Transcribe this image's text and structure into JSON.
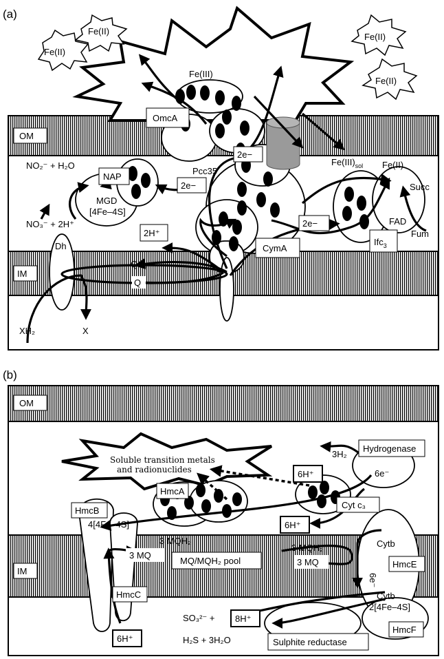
{
  "panel_a": {
    "label": "(a)",
    "om": "OM",
    "im": "IM",
    "fe2_1": "Fe(II)",
    "fe2_2": "Fe(II)",
    "fe2_3": "Fe(II)",
    "fe2_4": "Fe(II)",
    "fe3": "Fe(III)",
    "omca": "OmcA",
    "pcc35": "Pcc35",
    "e2_top": "2e−",
    "e2_mid": "2e−",
    "e2_right": "2e−",
    "fe3sol_main": "Fe(III)",
    "fe3sol_sub": "sol",
    "fe2_ifc": "Fe(II)",
    "succ": "Succ",
    "fad": "FAD",
    "fum": "Fum",
    "ifc_main": "Ifc",
    "ifc_sub": "3",
    "nap": "NAP",
    "mgd": "MGD",
    "fe4s": "[4Fe–4S]",
    "no2_line": "NO₂⁻ + H₂O",
    "no3_line": "NO₃⁻ + 2H⁺",
    "h2_plus": "2H⁺",
    "cyma": "CymA",
    "dh": "Dh",
    "qh2": "QH₂",
    "q": "Q",
    "xh2": "XH₂",
    "x": "X"
  },
  "panel_b": {
    "label": "(b)",
    "om": "OM",
    "im": "IM",
    "metals_line1": "Soluble transition metals",
    "metals_line2": "and radionuclides",
    "h2_3": "3H₂",
    "hydrogenase": "Hydrogenase",
    "h6_top": "6H⁺",
    "e6_top": "6e⁻",
    "hmca": "HmcA",
    "hmcb": "HmcB",
    "fe4s4": "4[4Fe–4S]",
    "cytc3": "Cyt c₃",
    "h6_mid": "6H⁺",
    "mqh2_left": "3 MQH₂",
    "mq_left": "3 MQ",
    "pool": "MQ/MQH₂ pool",
    "mqh2_right": "3 MQH₂",
    "mq_right": "3 MQ",
    "cytb_top": "Cytb",
    "e6_vert": "6e⁻",
    "hmce": "HmcE",
    "cytb_bottom": "Cytb",
    "hmcc": "HmcC",
    "fe4s2": "2[4Fe–4S]",
    "hmcf": "HmcF",
    "so3": "SO₃²⁻ +",
    "h8": "8H⁺",
    "h2s": "H₂S + 3H₂O",
    "sulphite": "Sulphite reductase",
    "h6_bottom": "6H⁺"
  }
}
